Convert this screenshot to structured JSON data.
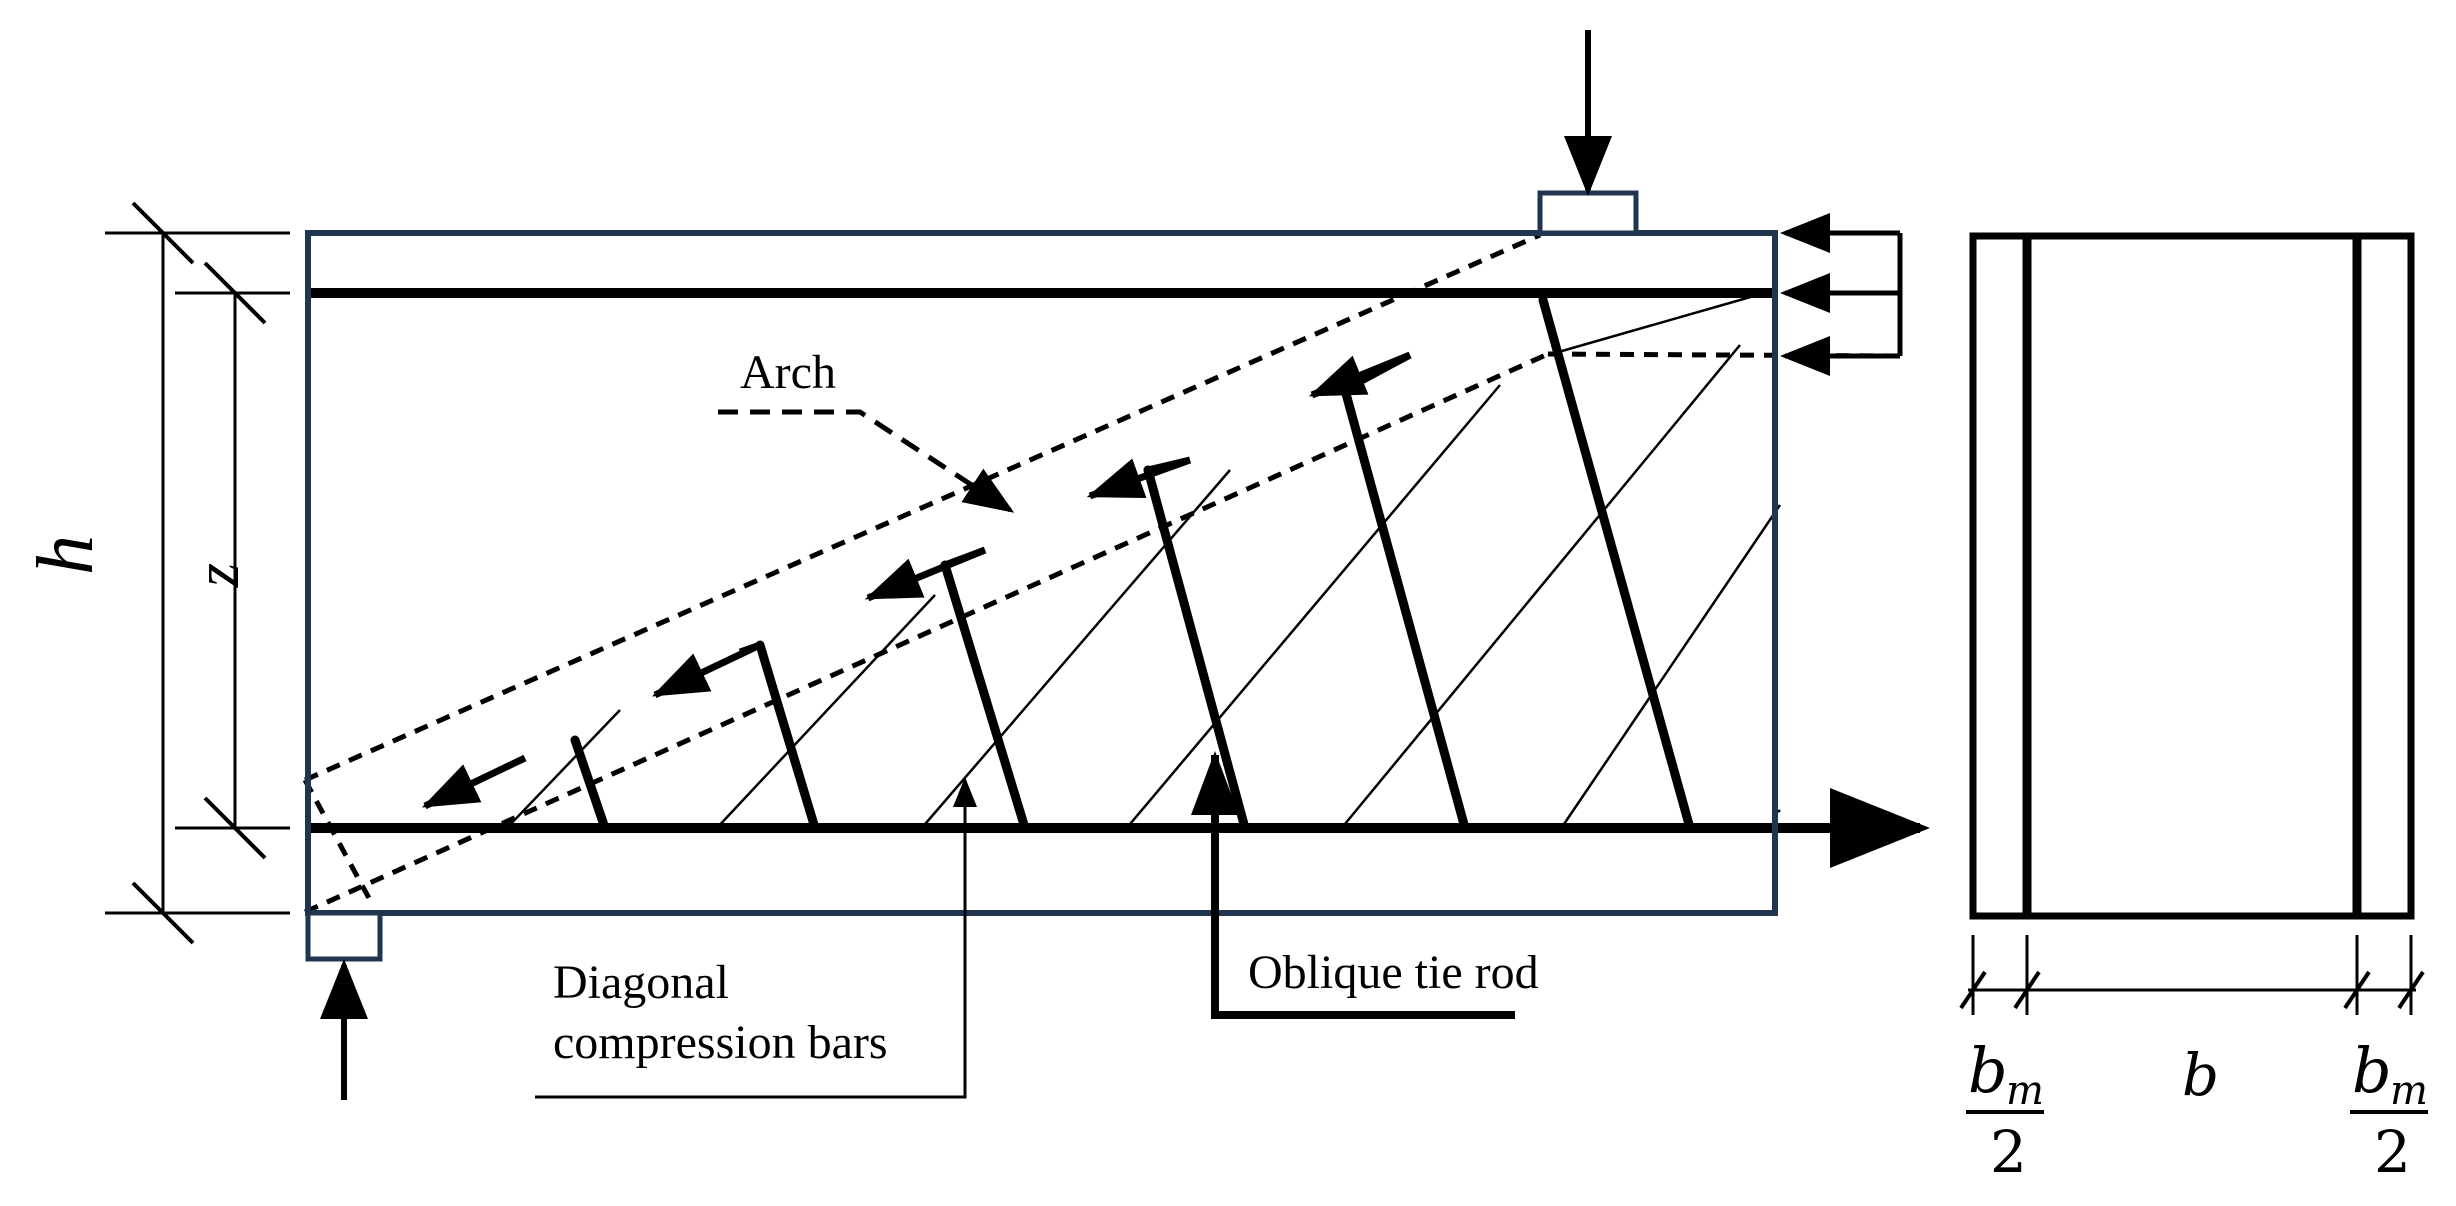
{
  "labels": {
    "arch": "Arch",
    "diagonal_line1": "Diagonal",
    "diagonal_line2": "compression bars",
    "oblique_tie_rod": "Oblique tie rod",
    "dim_h": "h",
    "dim_z": "z",
    "dim_b": "b",
    "bm_base": "b",
    "bm_sub": "m",
    "bm_denominator": "2"
  },
  "colors": {
    "beam_outline": "#1f3550",
    "ink": "#000000",
    "background": "#ffffff"
  }
}
